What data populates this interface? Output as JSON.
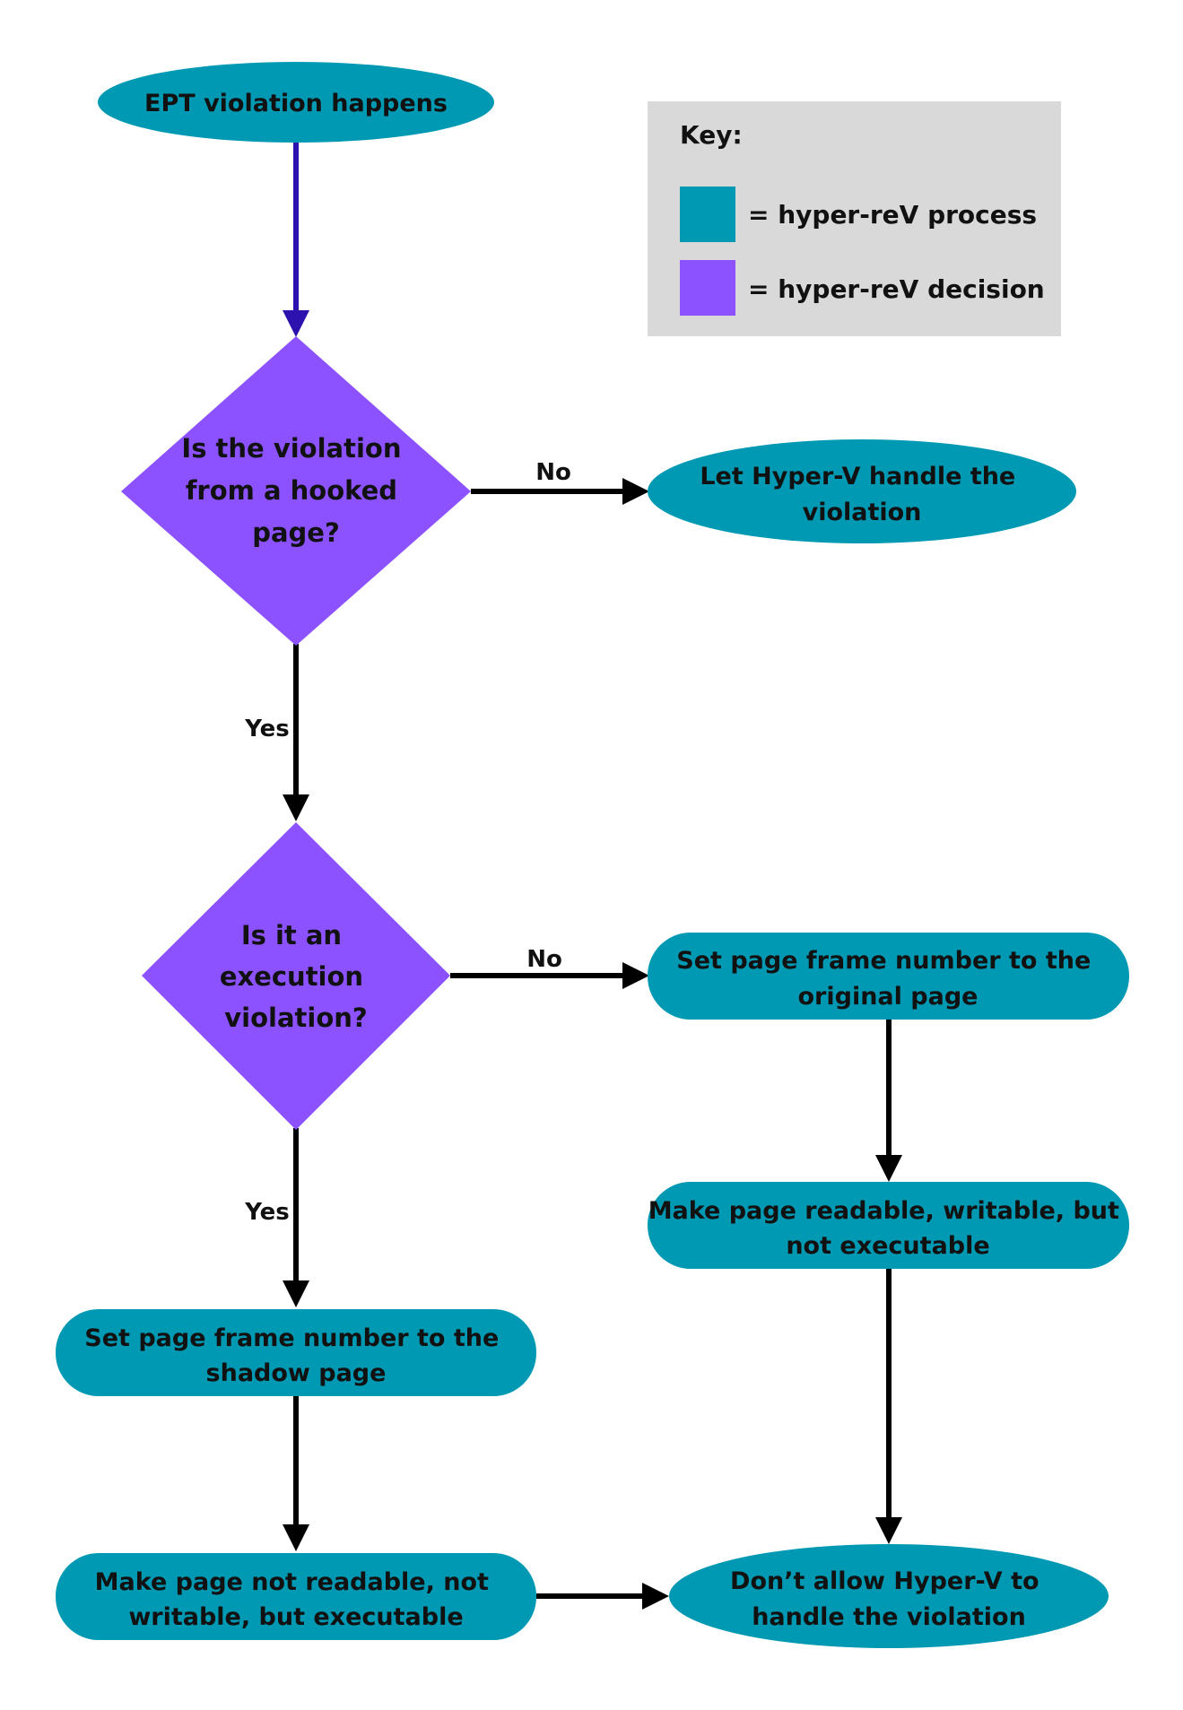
{
  "colors": {
    "process": "#0099b3",
    "decision": "#8c52ff",
    "main_arrow": "#2d12b0",
    "arrow": "#000000",
    "key_bg": "#d9d9d9"
  },
  "key": {
    "title": "Key:",
    "process_label": "= hyper-reV process",
    "decision_label": "= hyper-reV decision"
  },
  "nodes": {
    "start": [
      "EPT violation happens"
    ],
    "decision1": [
      "Is the violation",
      "from a hooked",
      "page?"
    ],
    "hyperv_handle": [
      "Let Hyper-V handle the",
      "violation"
    ],
    "decision2": [
      "Is it an",
      "execution",
      "violation?"
    ],
    "set_original": [
      "Set page frame number to the",
      "original page"
    ],
    "make_rw": [
      "Make page readable, writable, but",
      "not executable"
    ],
    "set_shadow": [
      "Set page frame number to the",
      "shadow page"
    ],
    "make_x": [
      "Make page not readable, not",
      "writable, but executable"
    ],
    "dont_allow": [
      "Don’t allow Hyper-V to",
      "handle the violation"
    ]
  },
  "edges": {
    "d1_no": "No",
    "d1_yes": "Yes",
    "d2_no": "No",
    "d2_yes": "Yes"
  }
}
